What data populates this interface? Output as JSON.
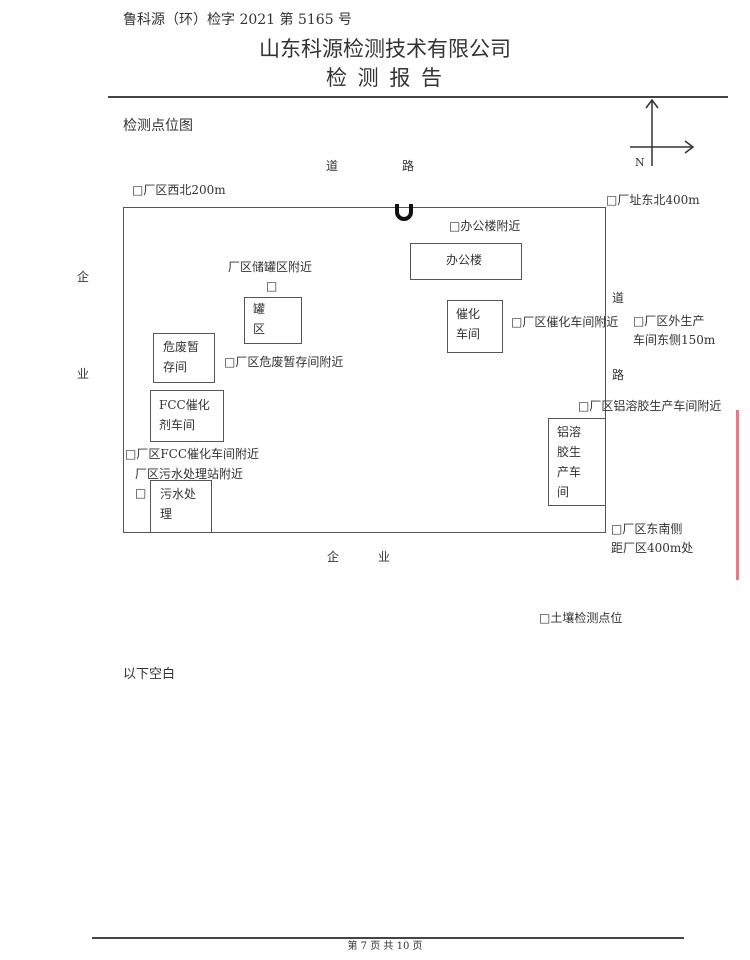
{
  "header": {
    "report_no": "鲁科源（环）检字 2021 第 5165 号",
    "company": "山东科源检测技术有限公司",
    "title": "检 测 报 告"
  },
  "section_title": "检测点位图",
  "map": {
    "north_label": "N",
    "road_top": [
      "道",
      "路"
    ],
    "road_right": [
      "道",
      "路"
    ],
    "enterprise_left": [
      "企",
      "业"
    ],
    "enterprise_bottom": [
      "企",
      "业"
    ],
    "buildings": {
      "office": "办公楼",
      "tank_area": "罐\n区",
      "catalyst_workshop": "催化\n车间",
      "hazardous_waste": "危废暂\n存间",
      "fcc_workshop": "FCC催化\n剂车间",
      "sewage": "污水处\n理",
      "alumina_sol": "铝溶\n胶生\n产车\n间"
    },
    "points": {
      "northwest": "□厂区西北200m",
      "northeast": "□厂址东北400m",
      "office": "□办公楼附近",
      "tank": "厂区储罐区附近",
      "tank_marker": "□",
      "catalyst": "□厂区催化车间附近",
      "outside_east_1": "□厂区外生产",
      "outside_east_2": "车间东侧150m",
      "hazardous": "□厂区危废暂存间附近",
      "alumina": "□厂区铝溶胶生产车间附近",
      "fcc": "□厂区FCC催化车间附近",
      "sewage": "厂区污水处理站附近",
      "sewage_marker": "□",
      "southeast_1": "□厂区东南侧",
      "southeast_2": "距厂区400m处"
    },
    "legend": "□土壤检测点位"
  },
  "blank_note": "以下空白",
  "footer": {
    "page": "第 7 页 共 10 页"
  },
  "colors": {
    "stamp": "#e0304a",
    "ink": "#333333"
  }
}
